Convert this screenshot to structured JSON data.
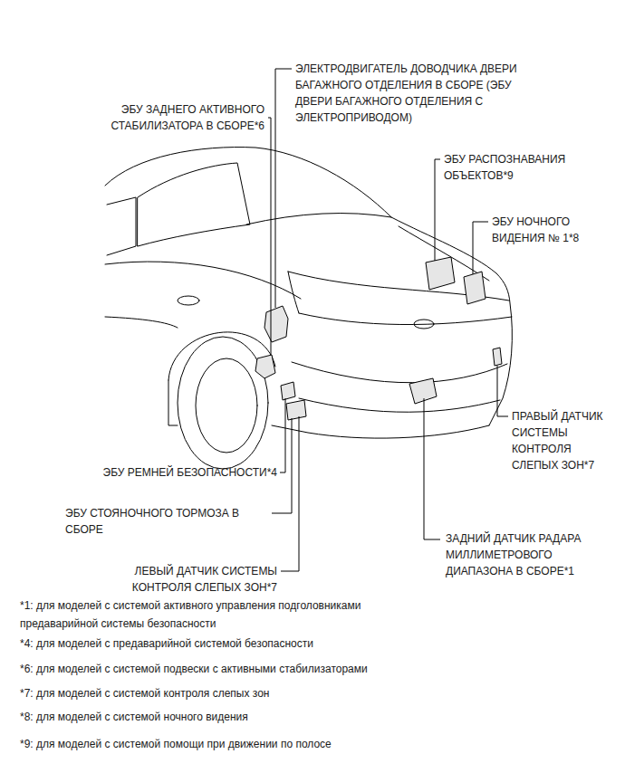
{
  "diagram": {
    "labels": [
      "ЭЛЕКТРОДВИГАТЕЛЬ ДОВОДЧИКА ДВЕРИ БАГАЖНОГО ОТДЕЛЕНИЯ В СБОРЕ (ЭБУ ДВЕРИ БАГАЖНОГО ОТДЕЛЕНИЯ С ЭЛЕКТРОПРИВОДОМ)",
      "ЭБУ ЗАДНЕГО АКТИВНОГО СТАБИЛИЗАТОРА В СБОРЕ*6",
      "ЭБУ РАСПОЗНАВАНИЯ ОБЪЕКТОВ*9",
      "ЭБУ НОЧНОГО ВИДЕНИЯ № 1*8",
      "ПРАВЫЙ ДАТЧИК СИСТЕМЫ КОНТРОЛЯ СЛЕПЫХ ЗОН*7",
      "ЭБУ РЕМНЕЙ БЕЗОПАСНОСТИ*4",
      "ЭБУ СТОЯНОЧНОГО ТОРМОЗА В СБОРЕ",
      "ЗАДНИЙ ДАТЧИК РАДАРА МИЛЛИМЕТРОВОГО ДИАПАЗОНА В СБОРЕ*1",
      "ЛЕВЫЙ ДАТЧИК СИСТЕМЫ КОНТРОЛЯ СЛЕПЫХ ЗОН*7",
      "*1: для моделей с системой активного управления подголовниками предаварийной системы безопасности",
      "*4: для моделей с предаварийной системой безопасности",
      "*6: для моделей с системой подвески с активными стабилизаторами",
      "*7: для моделей с системой контроля слепых зон",
      "*8: для моделей с системой ночного видения",
      "*9: для моделей с системой помощи при движении по полосе"
    ]
  }
}
